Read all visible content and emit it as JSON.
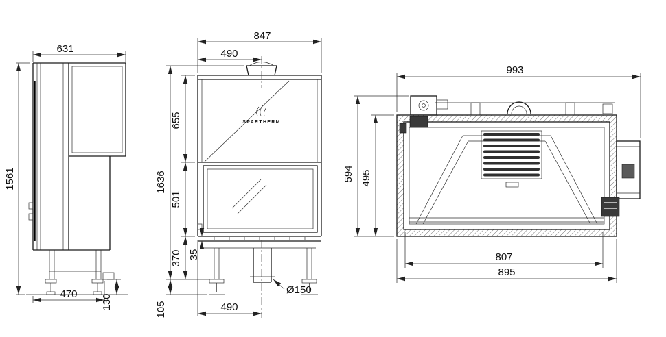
{
  "drawing": {
    "brand_logo": "SPARTHERM",
    "side_view": {
      "depth_total": "631",
      "height_total": "1561",
      "base_depth": "470",
      "foot_height": "130"
    },
    "front_view": {
      "width_total": "847",
      "flue_offset_top": "490",
      "hood_height": "655",
      "height_total": "1636",
      "door_height": "501",
      "base_height": "370",
      "grate_offset": "35",
      "clearance_height": "105",
      "flue_offset_bottom": "490",
      "flue_diameter": "Ø150"
    },
    "top_view": {
      "width_total": "993",
      "depth_total": "594",
      "depth_body": "495",
      "width_inner": "807",
      "width_body": "895"
    }
  }
}
